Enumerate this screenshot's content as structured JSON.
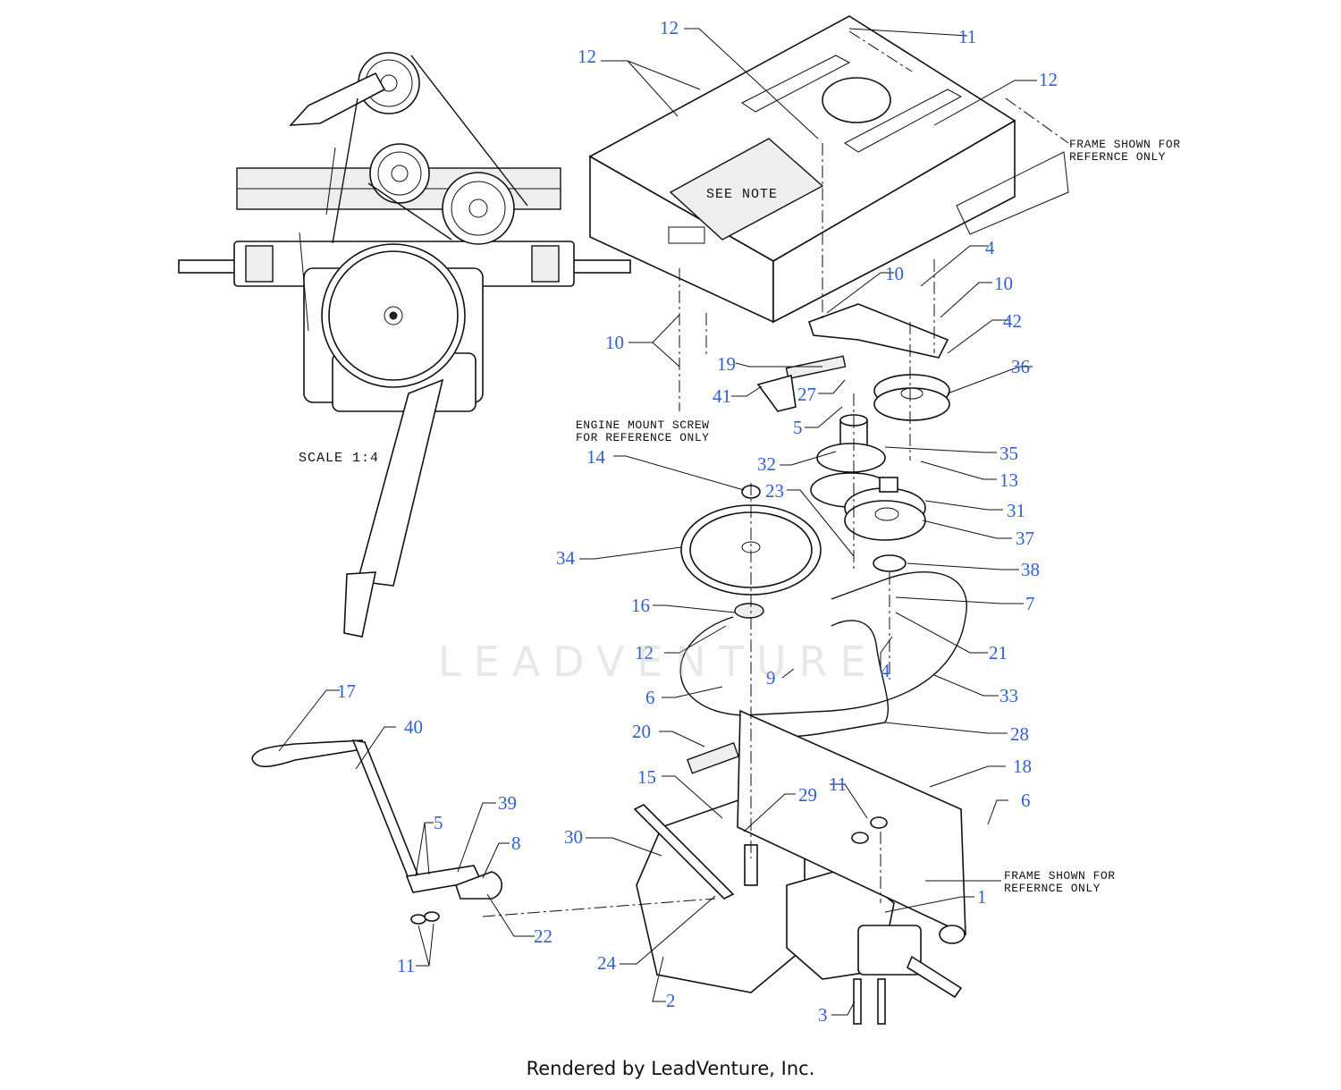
{
  "footer": "Rendered by LeadVenture, Inc.",
  "watermark": "LEADVENTURE",
  "notes": {
    "frame_top_1": "FRAME SHOWN FOR",
    "frame_top_2": "REFERNCE ONLY",
    "frame_bottom_1": "FRAME SHOWN FOR",
    "frame_bottom_2": "REFERNCE ONLY",
    "see_note": "SEE NOTE",
    "engine_1": "ENGINE MOUNT SCREW",
    "engine_2": "FOR REFERENCE ONLY",
    "scale": "SCALE 1:4"
  },
  "callouts": [
    "12",
    "11",
    "12",
    "12",
    "4",
    "10",
    "10",
    "42",
    "10",
    "19",
    "36",
    "41",
    "27",
    "5",
    "35",
    "13",
    "32",
    "14",
    "23",
    "31",
    "37",
    "34",
    "38",
    "7",
    "16",
    "21",
    "12",
    "4",
    "9",
    "6",
    "33",
    "28",
    "17",
    "40",
    "20",
    "18",
    "15",
    "29",
    "11",
    "6",
    "39",
    "5",
    "8",
    "30",
    "1",
    "22",
    "11",
    "24",
    "2",
    "3"
  ],
  "colors": {
    "callout": "#2f5fd0",
    "line": "#111111"
  }
}
